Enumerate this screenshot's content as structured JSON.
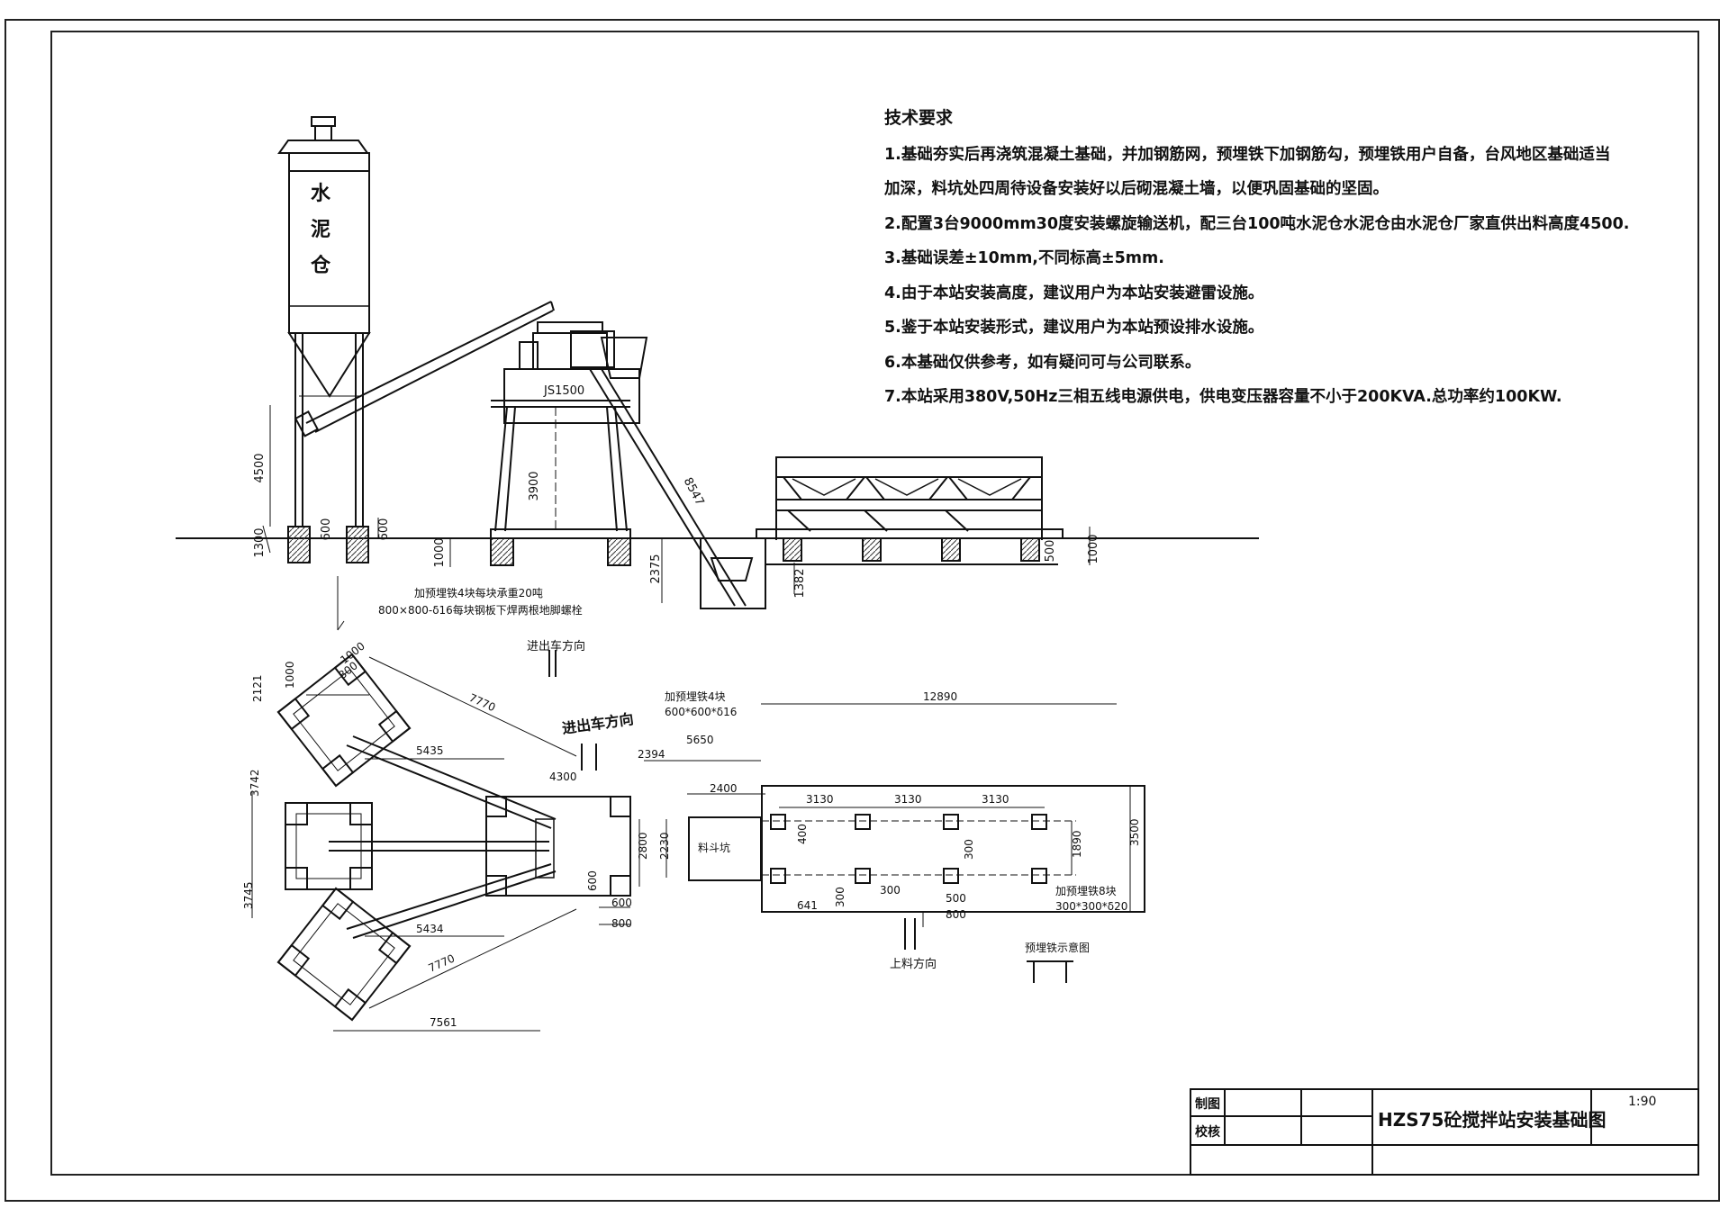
{
  "notes": {
    "title": "技术要求",
    "items": [
      "1.基础夯实后再浇筑混凝土基础，并加钢筋网，预埋铁下加钢筋勾，预埋铁用户自备，台风地区基础适当",
      "加深，料坑处四周待设备安装好以后砌混凝土墙，以便巩固基础的坚固。",
      "2.配置3台9000mm30度安装螺旋输送机，配三台100吨水泥仓水泥仓由水泥仓厂家直供出料高度4500.",
      "3.基础误差±10mm,不同标高±5mm.",
      "4.由于本站安装高度，建议用户为本站安装避雷设施。",
      "5.鉴于本站安装形式，建议用户为本站预设排水设施。",
      "6.本基础仅供参考，如有疑问可与公司联系。",
      "7.本站采用380V,50Hz三相五线电源供电，供电变压器容量不小于200KVA.总功率约100KW."
    ]
  },
  "elevation": {
    "silo_char1": "水",
    "silo_char2": "泥",
    "silo_char3": "仓",
    "mixer_label": "JS1500",
    "dim_4500": "4500",
    "dim_1300": "1300",
    "dim_600a": "600",
    "dim_600b": "600",
    "dim_1000a": "1000",
    "dim_3900": "3900",
    "dim_8547": "8547",
    "dim_2375": "2375",
    "dim_1382": "1382",
    "dim_500": "500",
    "dim_1000b": "1000",
    "note1": "加预埋铁4块每块承重20吨",
    "note2": "800×800-δ16每块钢板下焊两根地脚螺栓"
  },
  "plan": {
    "arrow_top": "进出车方向",
    "arrow_mid": "进出车方向",
    "arrow_bottom": "上料方向",
    "dim_1000": "1000",
    "dim_800": "800",
    "dim_2121": "2121",
    "dim_1000s": "1000",
    "dim_7770a": "7770",
    "dim_5435": "5435",
    "dim_4300": "4300",
    "dim_3742": "3742",
    "dim_3745": "3745",
    "dim_5434": "5434",
    "dim_7770b": "7770",
    "dim_7561": "7561",
    "dim_2800": "2800",
    "dim_2230": "2230",
    "dim_600": "600",
    "dim_600b": "600",
    "dim_800b": "800",
    "dim_2394": "2394",
    "dim_5650": "5650",
    "dim_2400": "2400",
    "embed4_1": "加预埋铁4块",
    "embed4_2": "600*600*δ16",
    "dim_12890": "12890",
    "dim_3130a": "3130",
    "dim_3130b": "3130",
    "dim_3130c": "3130",
    "dim_3500": "3500",
    "dim_1890": "1890",
    "dim_400": "400",
    "dim_300a": "300",
    "dim_300b": "300",
    "dim_300c": "300",
    "dim_641": "641",
    "dim_500": "500",
    "dim_800c": "800",
    "pit_label": "料斗坑",
    "embed8_1": "加预埋铁8块",
    "embed8_2": "300*300*δ20",
    "embed_sketch": "预埋铁示意图"
  },
  "titleblock": {
    "drawn": "制图",
    "checked": "校核",
    "title": "HZS75砼搅拌站安装基础图",
    "scale": "1:90"
  }
}
